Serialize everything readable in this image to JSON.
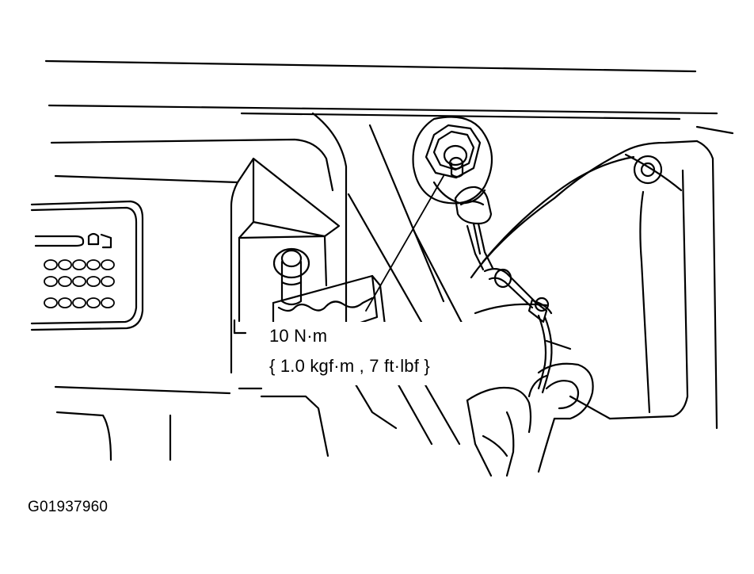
{
  "diagram": {
    "torque_spec": {
      "value": "10 N·m",
      "alternate_units": "{ 1.0 kgf·m , 7 ft·lbf }"
    },
    "figure_id": "G01937960"
  },
  "colors": {
    "line": "#000000",
    "background": "#ffffff"
  }
}
